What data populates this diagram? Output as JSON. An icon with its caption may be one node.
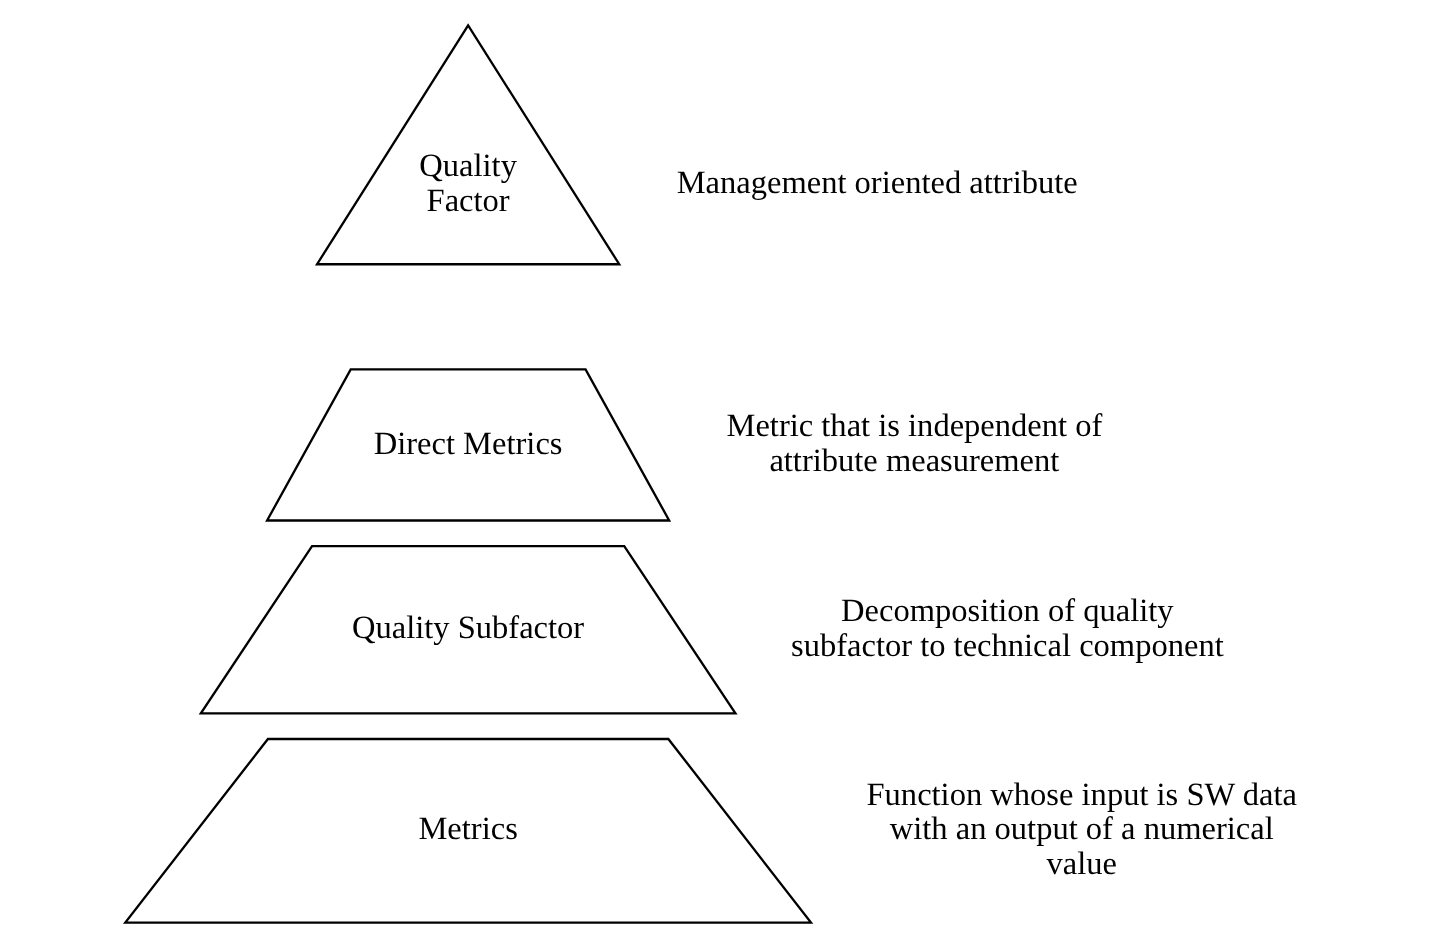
{
  "diagram": {
    "nodes": [
      {
        "text": [
          "Quality Factor"
        ],
        "beside": [
          "Management oriented attribute"
        ]
      },
      {
        "text": [
          "Direct Metrics"
        ],
        "beside": [
          "Metric that is independent of attribute measurement"
        ]
      },
      {
        "text": [
          "Quality Subfactor"
        ],
        "beside": [
          "Decomposition of quality subfactor to technical component"
        ]
      },
      {
        "text": [
          "Metrics"
        ],
        "beside": [
          "Function whose input is SW data with an output of a numerical value"
        ]
      }
    ]
  }
}
